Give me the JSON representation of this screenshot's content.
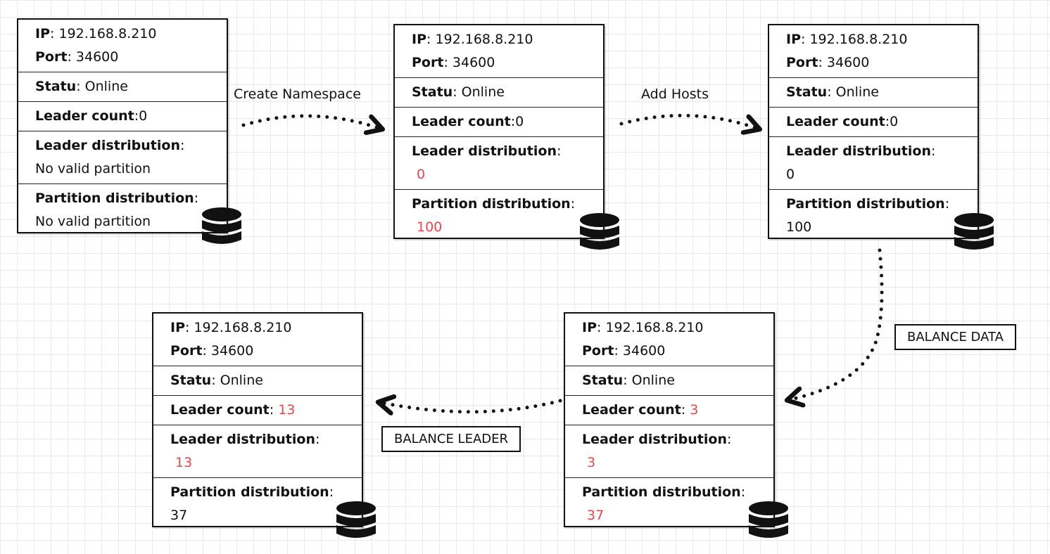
{
  "labels": {
    "ip": "IP",
    "port": "Port",
    "statu": "Statu",
    "leader_count": "Leader count",
    "leader_distribution": "Leader distribution",
    "partition_distribution": "Partition distribution"
  },
  "cards": [
    {
      "ip": "192.168.8.210",
      "port": "34600",
      "status": "Online",
      "leader_count": "0",
      "leader_distribution": "No valid partition",
      "partition_distribution": "No valid partition"
    },
    {
      "ip": "192.168.8.210",
      "port": "34600",
      "status": "Online",
      "leader_count": "0",
      "leader_distribution": "0",
      "partition_distribution": "100"
    },
    {
      "ip": "192.168.8.210",
      "port": "34600",
      "status": "Online",
      "leader_count": "0",
      "leader_distribution": "0",
      "partition_distribution": "100"
    },
    {
      "ip": "192.168.8.210",
      "port": "34600",
      "status": "Online",
      "leader_count": "3",
      "leader_distribution": "3",
      "partition_distribution": "37"
    },
    {
      "ip": "192.168.8.210",
      "port": "34600",
      "status": "Online",
      "leader_count": "13",
      "leader_distribution": "13",
      "partition_distribution": "37"
    }
  ],
  "arrows": {
    "create_namespace": "Create Namespace",
    "add_hosts": "Add Hosts",
    "balance_data": "BALANCE DATA",
    "balance_leader": "BALANCE LEADER"
  },
  "colors": {
    "highlight": "#e5484d",
    "ink": "#111111",
    "grid": "#e9e9e9"
  }
}
